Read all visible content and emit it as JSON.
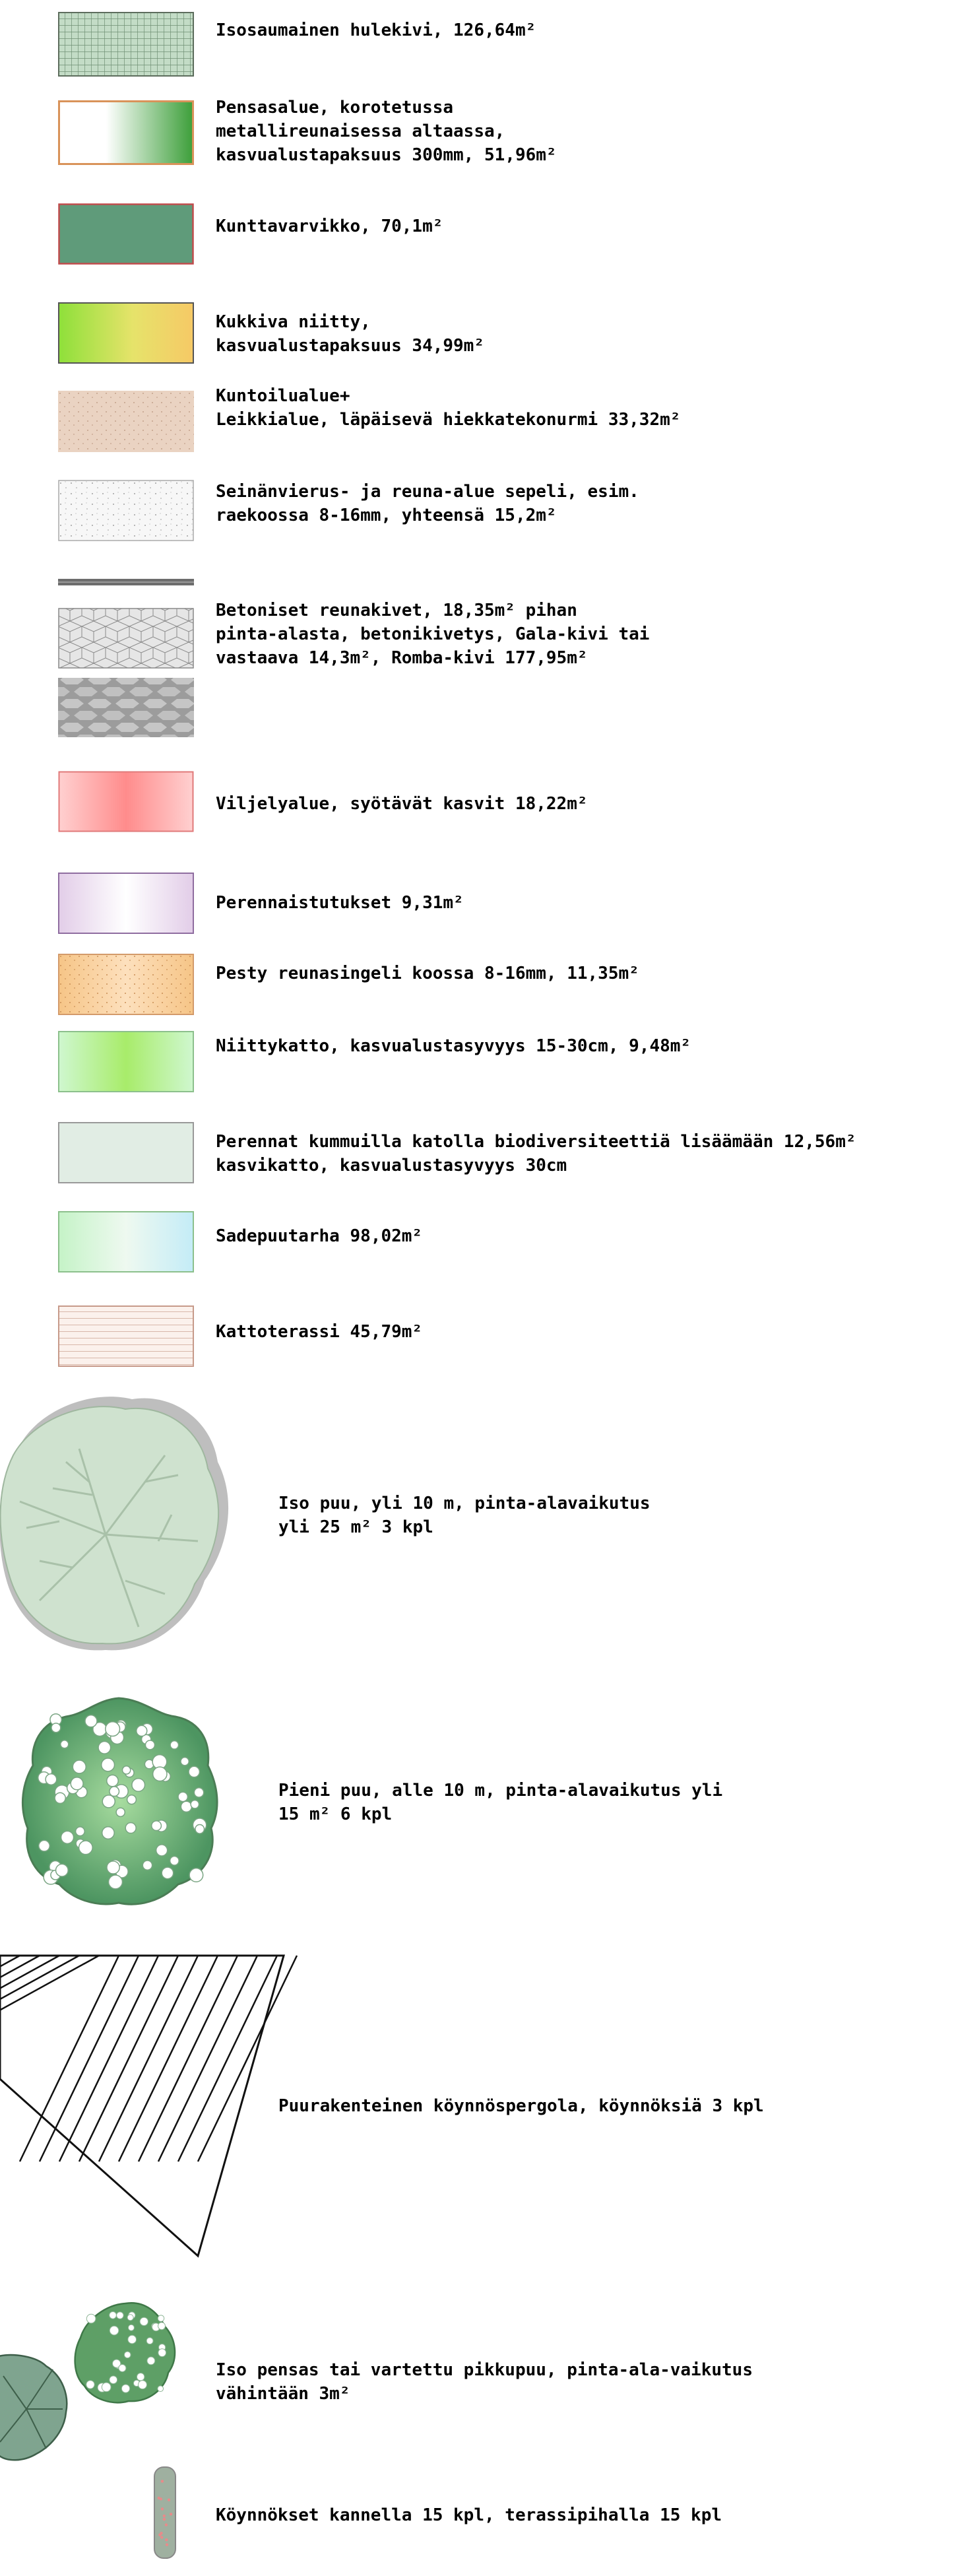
{
  "legend": {
    "items": [
      {
        "label": "Isosaumainen hulekivi,  126,64m²",
        "swatch": "grid-paving"
      },
      {
        "label": "Pensasalue, korotetussa\nmetallireunaisessa altaassa,\nkasvualustapaksuus 300mm, 51,96m²",
        "swatch": "shrub-bed"
      },
      {
        "label": "Kunttavarvikko,  70,1m²",
        "swatch": "heath"
      },
      {
        "label": "Kukkiva niitty,\nkasvualustapaksuus 34,99m²",
        "swatch": "meadow"
      },
      {
        "label": "Kuntoilualue+\nLeikkialue, läpäisevä hiekkatekonurmi  33,32m²",
        "swatch": "sand-turf"
      },
      {
        "label": "Seinänvierus- ja reuna-alue sepeli, esim.\nraekoossa 8-16mm, yhteensä 15,2m²",
        "swatch": "gravel"
      },
      {
        "label": "Betoniset reunakivet, 18,35m² pihan\npinta-alasta, betonikivetys, Gala-kivi tai\nvastaava 14,3m², Romba-kivi 177,95m²",
        "swatch": "concrete"
      },
      {
        "label": "Viljelyalue, syötävät kasvit  18,22m²",
        "swatch": "cultivation"
      },
      {
        "label": "Perennaistutukset  9,31m²",
        "swatch": "perennials"
      },
      {
        "label": "Pesty reunasingeli koossa 8-16mm,  11,35m²",
        "swatch": "washed-gravel"
      },
      {
        "label": "Niittykatto, kasvualustasyvyys 15-30cm,  9,48m²",
        "swatch": "meadow-roof"
      },
      {
        "label": "Perennat kummuilla katolla biodiversiteettiä lisäämään 12,56m²\nkasvikatto, kasvualustasyvyys 30cm",
        "swatch": "perennial-roof"
      },
      {
        "label": "Sadepuutarha  98,02m²",
        "swatch": "rain-garden"
      },
      {
        "label": "Kattoterassi  45,79m²",
        "swatch": "roof-terrace"
      }
    ],
    "symbols": [
      {
        "label": "Iso puu, yli 10 m, pinta-alavaikutus\nyli 25 m² 3 kpl",
        "symbol": "large-tree"
      },
      {
        "label": "Pieni puu, alle 10 m, pinta-alavaikutus yli\n15 m² 6 kpl",
        "symbol": "small-tree"
      },
      {
        "label": "Puurakenteinen köynnöspergola, köynnöksiä 3 kpl",
        "symbol": "pergola"
      },
      {
        "label": "Iso pensas tai vartettu pikkupuu, pinta-ala-vaikutus\nvähintään 3m²",
        "symbol": "large-shrub"
      },
      {
        "label": "Köynnökset kannella 15 kpl, terassipihalla 15 kpl",
        "symbol": "climber"
      }
    ]
  },
  "colors": {
    "grid": "#b9d4bd",
    "heath": "#5f9b7a",
    "shrub": "#3fa63a",
    "tree": "#cfe2cf",
    "small_tree": "#5f9e6b"
  }
}
